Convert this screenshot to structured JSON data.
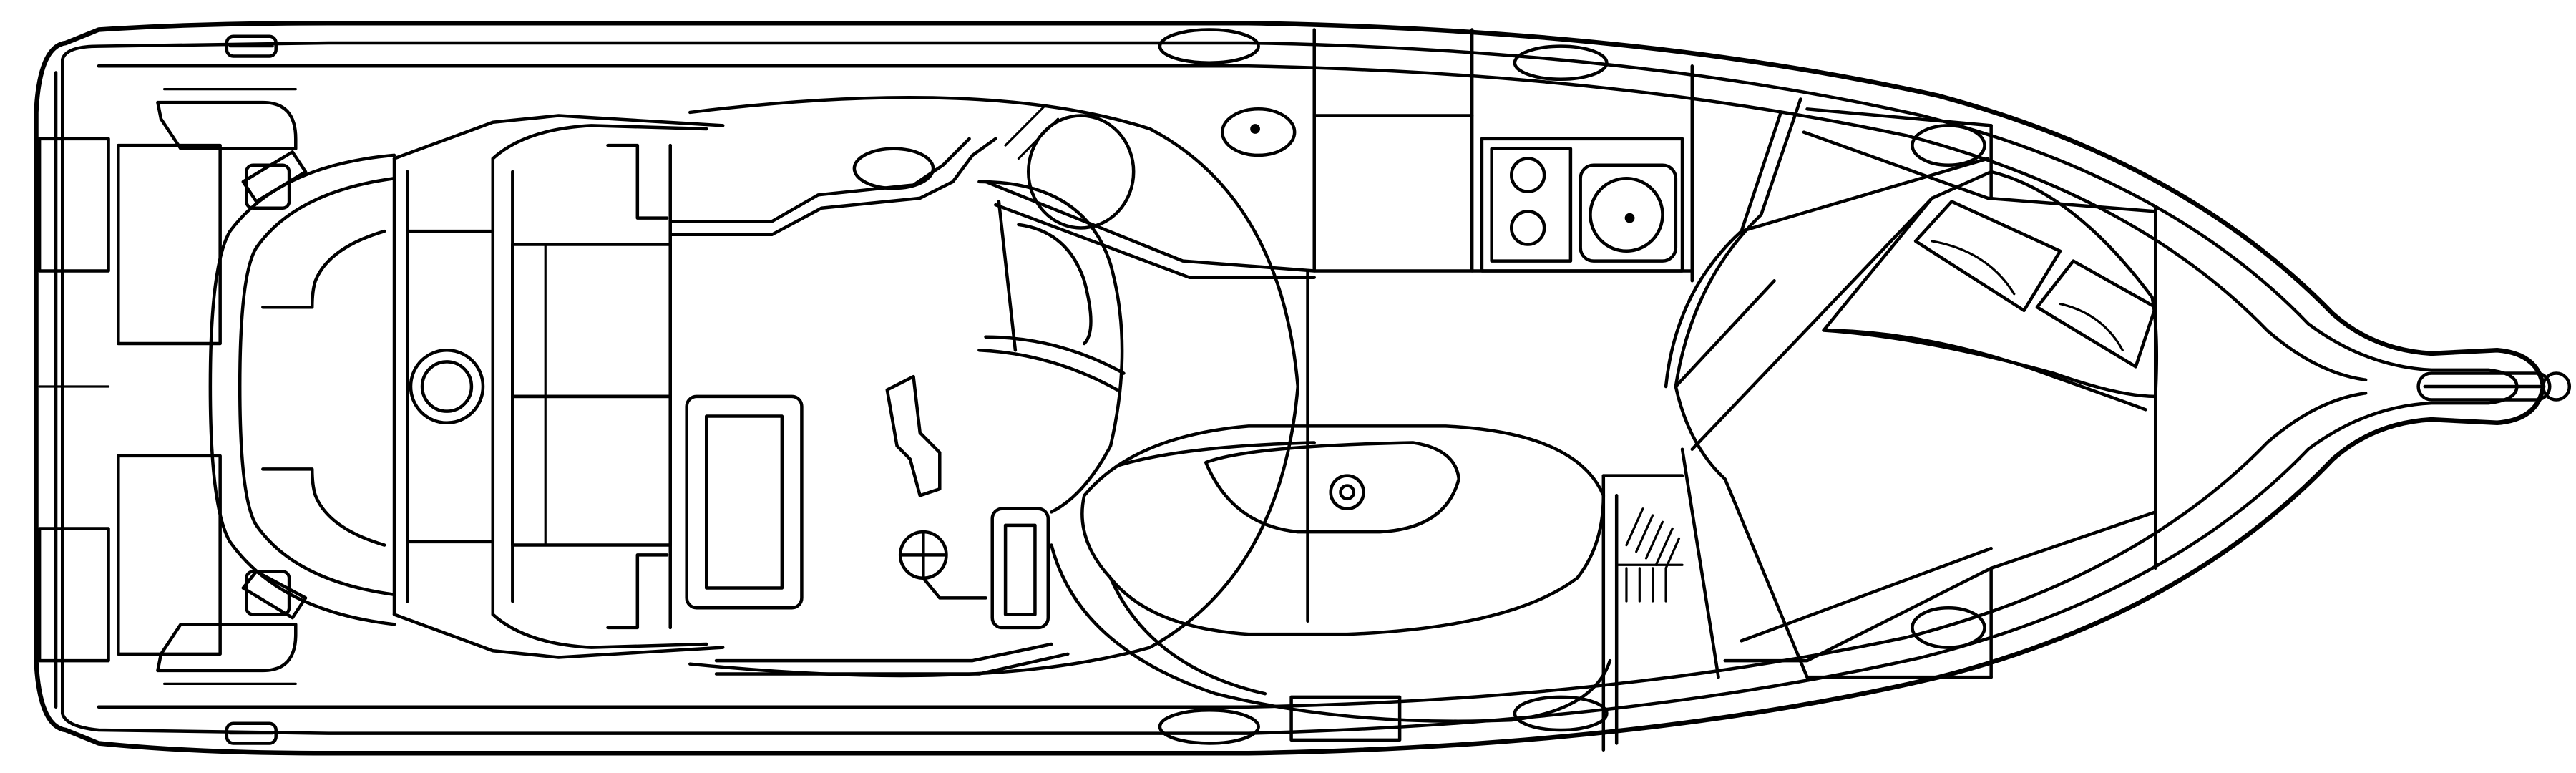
{
  "figure": {
    "kind": "boat-deck-plan-top-view",
    "orientation": "bow-right",
    "line_color": "#000000",
    "background": "#ffffff",
    "labels": []
  },
  "components": [
    {
      "id": "hull",
      "name": "hull-outline-icon"
    },
    {
      "id": "swim-platform",
      "name": "swim-platform-icon"
    },
    {
      "id": "transom-seats",
      "name": "transom-seat-icon"
    },
    {
      "id": "cockpit",
      "name": "cockpit-lounge-icon"
    },
    {
      "id": "cockpit-table",
      "name": "round-table-icon"
    },
    {
      "id": "helm-seat",
      "name": "helm-seat-icon"
    },
    {
      "id": "helm",
      "name": "steering-wheel-icon"
    },
    {
      "id": "windshield",
      "name": "windshield-arc-icon"
    },
    {
      "id": "cabin-dinette",
      "name": "dinette-settee-icon"
    },
    {
      "id": "galley",
      "name": "galley-stove-sink-icon"
    },
    {
      "id": "head",
      "name": "head-compartment-icon"
    },
    {
      "id": "forward-berth",
      "name": "v-berth-icon"
    },
    {
      "id": "pillows",
      "name": "pillow-icon"
    },
    {
      "id": "hatches",
      "name": "deck-hatch-icon"
    },
    {
      "id": "cleats",
      "name": "cleat-icon"
    },
    {
      "id": "anchor-pulpit",
      "name": "anchor-pulpit-icon"
    }
  ]
}
